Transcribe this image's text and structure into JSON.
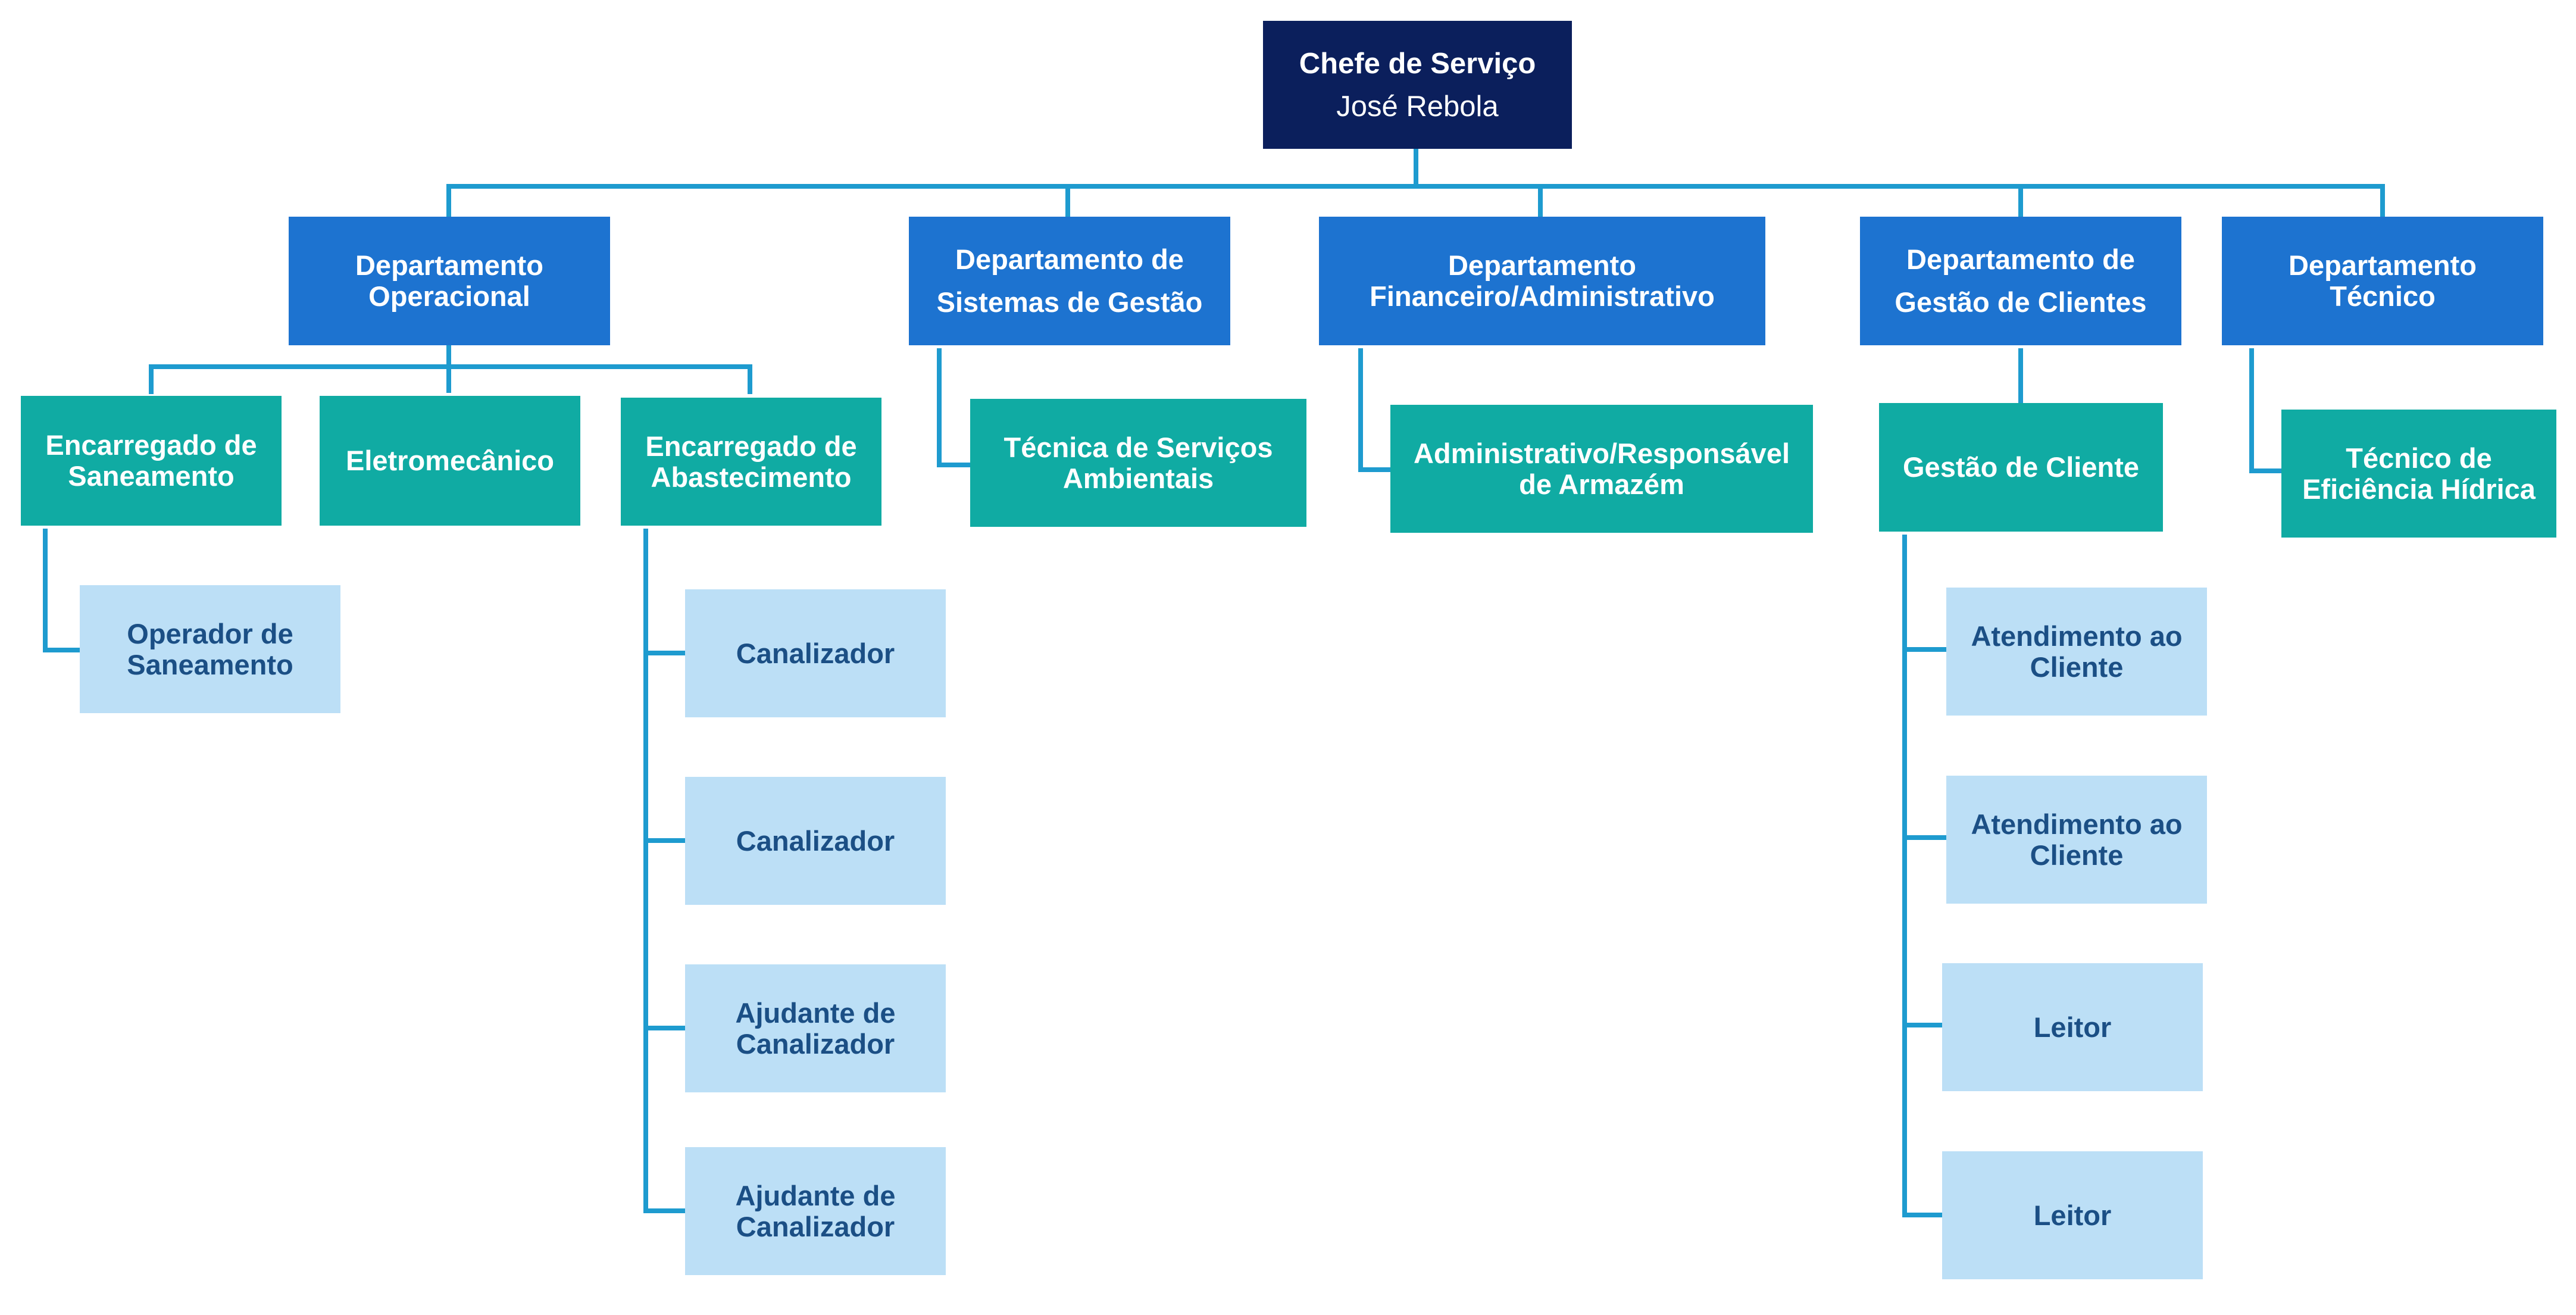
{
  "head": {
    "title": "Chefe de Serviço",
    "name": "José Rebola"
  },
  "departments": {
    "operacional": "Departamento\nOperacional",
    "sistemas": "Departamento  de\nSistemas de Gestão",
    "financeiro": "Departamento\nFinanceiro/Administrativo",
    "clientes": "Departamento  de\nGestão de Clientes",
    "tecnico": "Departamento\nTécnico"
  },
  "roles": {
    "enc_saneamento": "Encarregado de\nSaneamento",
    "eletromecanico": "Eletromecânico",
    "enc_abastecimento": "Encarregado de\nAbastecimento",
    "tec_servicos_ambientais": "Técnica de Serviços\nAmbientais",
    "administrativo": "Administrativo/Responsável\nde Armazém",
    "gestao_cliente": "Gestão de Cliente",
    "tec_eficiencia": "Técnico de\nEficiência Hídrica"
  },
  "staff": {
    "operador_saneamento": "Operador de\nSaneamento",
    "abastecimento": [
      "Canalizador",
      "Canalizador",
      "Ajudante de\nCanalizador",
      "Ajudante de\nCanalizador"
    ],
    "clientes": [
      "Atendimento ao\nCliente",
      "Atendimento ao\nCliente",
      "Leitor",
      "Leitor"
    ]
  },
  "colors": {
    "head": "#0b1f5c",
    "department": "#1d73d0",
    "role": "#10aba3",
    "staff": "#bcdff6",
    "staff_text": "#1b4f85",
    "connector": "#1e9bcf"
  }
}
